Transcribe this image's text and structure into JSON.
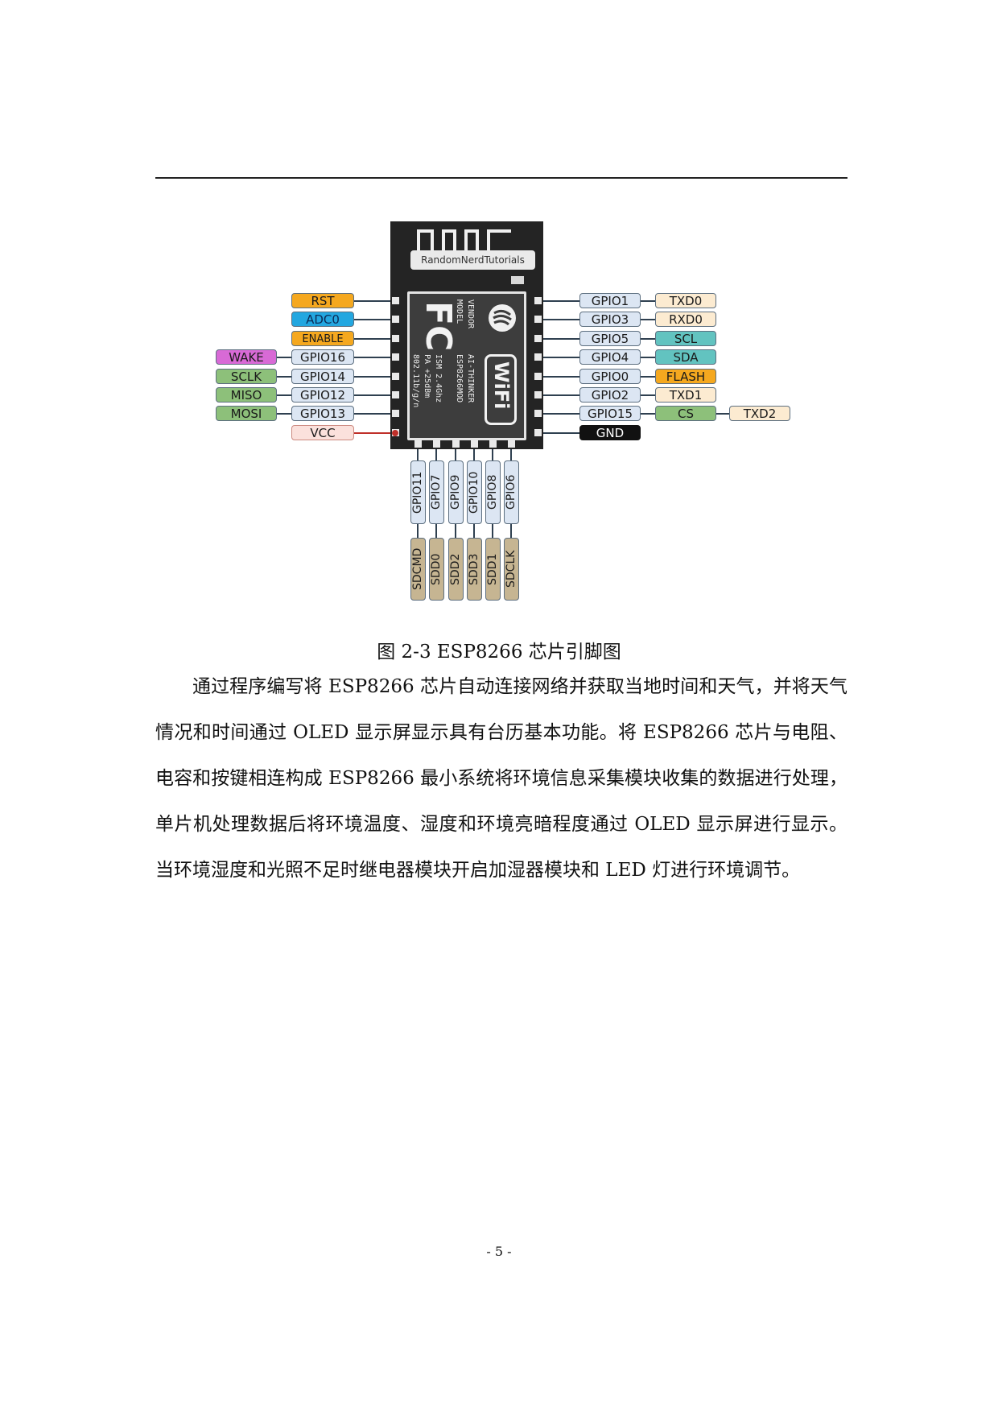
{
  "figure": {
    "brand_label": "RandomNerdTutorials",
    "module_text": {
      "model_label": "MODEL",
      "model_value": "ESP8266MOD",
      "vendor_label": "VENDOR",
      "vendor_value": "AI-THINKER",
      "ism": "ISM 2.4Ghz",
      "pa": "PA +25dBm",
      "standard": "802.11b/g/n",
      "fc_mark": "FC",
      "wifi_mark": "WiFi"
    },
    "left_pins": [
      {
        "main": "RST",
        "func": ""
      },
      {
        "main": "ADC0",
        "func": ""
      },
      {
        "main": "ENABLE",
        "func": ""
      },
      {
        "main": "GPIO16",
        "func": "WAKE"
      },
      {
        "main": "GPIO14",
        "func": "SCLK"
      },
      {
        "main": "GPIO12",
        "func": "MISO"
      },
      {
        "main": "GPIO13",
        "func": "MOSI"
      },
      {
        "main": "VCC",
        "func": ""
      }
    ],
    "right_pins": [
      {
        "main": "GPIO1",
        "func": "TXD0",
        "func2": ""
      },
      {
        "main": "GPIO3",
        "func": "RXD0",
        "func2": ""
      },
      {
        "main": "GPIO5",
        "func": "SCL",
        "func2": ""
      },
      {
        "main": "GPIO4",
        "func": "SDA",
        "func2": ""
      },
      {
        "main": "GPIO0",
        "func": "FLASH",
        "func2": ""
      },
      {
        "main": "GPIO2",
        "func": "TXD1",
        "func2": ""
      },
      {
        "main": "GPIO15",
        "func": "CS",
        "func2": "TXD2"
      },
      {
        "main": "GND",
        "func": "",
        "func2": ""
      }
    ],
    "bottom_pins": [
      {
        "main": "GPIO11",
        "func": "SDCMD"
      },
      {
        "main": "GPIO7",
        "func": "SDD0"
      },
      {
        "main": "GPIO9",
        "func": "SDD2"
      },
      {
        "main": "GPIO10",
        "func": "SDD3"
      },
      {
        "main": "GPIO8",
        "func": "SDD1"
      },
      {
        "main": "GPIO6",
        "func": "SDCLK"
      }
    ]
  },
  "caption": "图 2-3 ESP8266 芯片引脚图",
  "paragraph": "通过程序编写将 ESP8266 芯片自动连接网络并获取当地时间和天气，并将天气情况和时间通过 OLED 显示屏显示具有台历基本功能。将 ESP8266 芯片与电阻、电容和按键相连构成 ESP8266 最小系统将环境信息采集模块收集的数据进行处理，单片机处理数据后将环境温度、湿度和环境亮暗程度通过 OLED 显示屏进行显示。当环境湿度和光照不足时继电器模块开启加湿器模块和 LED 灯进行环境调节。",
  "page_number": "- 5 -",
  "colors": {
    "gpio": "#dce6f3",
    "orange": "#f5a81f",
    "blue": "#23a7e0",
    "magenta": "#d86ad6",
    "green": "#8dc07a",
    "teal": "#62c3c0",
    "cream": "#fcebd1",
    "tan": "#c6b592"
  }
}
